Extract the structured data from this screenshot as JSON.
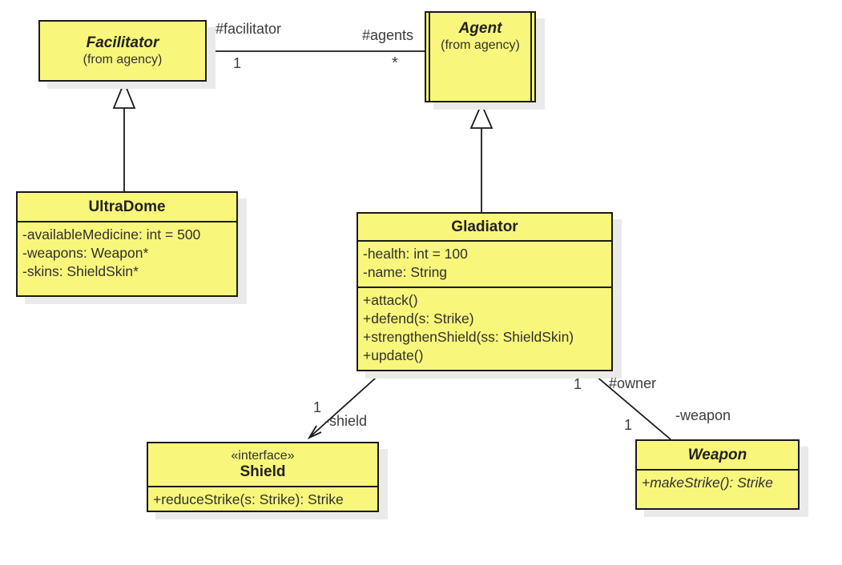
{
  "diagram": {
    "kind": "uml-class-diagram",
    "colors": {
      "class_fill": "#F9F77B",
      "line": "#1A1A1A",
      "shadow": "#EAEAEA",
      "background": "#FFFFFF",
      "text": "#303030"
    },
    "classes": {
      "facilitator": {
        "name": "Facilitator",
        "package": "(from agency)"
      },
      "agent": {
        "name": "Agent",
        "package": "(from agency)"
      },
      "ultradome": {
        "name": "UltraDome",
        "attributes": [
          "-availableMedicine: int = 500",
          "-weapons: Weapon*",
          "-skins: ShieldSkin*"
        ]
      },
      "gladiator": {
        "name": "Gladiator",
        "attributes": [
          "-health: int = 100",
          "-name: String"
        ],
        "methods": [
          "+attack()",
          "+defend(s: Strike)",
          "+strengthenShield(ss: ShieldSkin)",
          "+update()"
        ]
      },
      "shield": {
        "stereotype": "«interface»",
        "name": "Shield",
        "methods": [
          "+reduceStrike(s: Strike): Strike"
        ]
      },
      "weapon": {
        "name": "Weapon",
        "methods": [
          "+makeStrike(): Strike"
        ]
      }
    },
    "edges": {
      "facilitator_agent": {
        "type": "association",
        "facilitator_role": "#facilitator",
        "facilitator_multiplicity": "1",
        "agent_role": "#agents",
        "agent_multiplicity": "*"
      },
      "ultradome_facilitator": {
        "type": "generalization"
      },
      "gladiator_agent": {
        "type": "generalization"
      },
      "gladiator_shield": {
        "type": "directed-association",
        "shield_multiplicity": "1",
        "shield_role": "-shield"
      },
      "gladiator_weapon": {
        "type": "association",
        "gladiator_multiplicity": "1",
        "gladiator_role": "#owner",
        "weapon_multiplicity": "1",
        "weapon_role": "-weapon"
      }
    }
  }
}
